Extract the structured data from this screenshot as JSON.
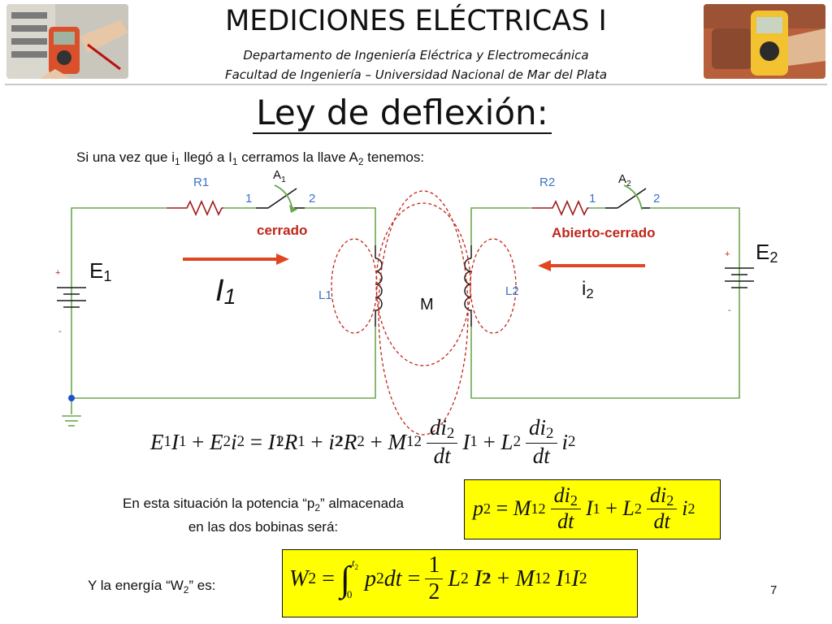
{
  "header": {
    "title": "MEDICIONES ELÉCTRICAS I",
    "line1": "Departamento de Ingeniería Eléctrica y Electromecánica",
    "line2": "Facultad de Ingeniería – Universidad Nacional de Mar del Plata"
  },
  "slide_title": "Ley de deflexión:",
  "intro": {
    "pre": "Si una vez que i",
    "sub1": "1",
    "mid": " llegó a I",
    "sub2": "1",
    "post": " cerramos la llave A",
    "sub3": "2",
    "end": "  tenemos:"
  },
  "circuit": {
    "r1": "R1",
    "r2": "R2",
    "a1": "A",
    "a1_sub": "1",
    "a2": "A",
    "a2_sub": "2",
    "pin1": "1",
    "pin2": "2",
    "state_left": "cerrado",
    "state_right": "Abierto-cerrado",
    "e1": "E",
    "e1_sub": "1",
    "e2": "E",
    "e2_sub": "2",
    "big_i": "I",
    "big_i_sub": "1",
    "small_i": "i",
    "small_i_sub": "2",
    "l1": "L1",
    "l2": "L2",
    "m": "M",
    "plus": "+",
    "minus": "-"
  },
  "equation_main": {
    "lhs": "E",
    "eq": "=",
    "plus": "+",
    "d": "di",
    "dt": "dt"
  },
  "power_text": {
    "line1": "En esta situación la potencia “p",
    "line1_sub": "2",
    "line1_end": "” almacenada",
    "line2": "en las dos bobinas será:"
  },
  "energy_text": {
    "pre": "Y la energía “W",
    "sub": "2",
    "post": "” es:"
  },
  "page_number": "7",
  "colors": {
    "wire": "#6aa84f",
    "label_blue": "#3b74c4",
    "accent_red": "#c0261b",
    "arrow_red": "#e0461f",
    "highlight": "#ffff00"
  }
}
